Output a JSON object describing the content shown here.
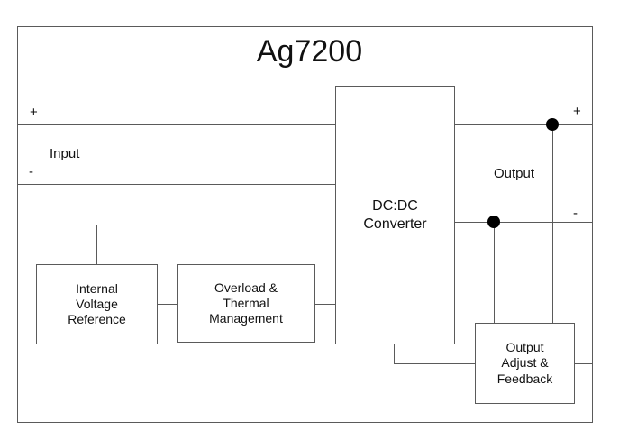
{
  "diagram": {
    "title": "Ag7200",
    "type": "block-diagram",
    "background_color": "#ffffff",
    "line_color": "#5a5a5a",
    "text_color": "#111111",
    "dot_color": "#000000"
  },
  "terminals": {
    "input_plus": "+",
    "input_minus": "-",
    "input_label": "Input",
    "output_plus": "+",
    "output_minus": "-",
    "output_label": "Output"
  },
  "blocks": {
    "dcdc": {
      "label_line1": "DC:DC",
      "label_line2": "Converter"
    },
    "internal_voltage_reference": {
      "label_line1": "Internal",
      "label_line2": "Voltage",
      "label_line3": "Reference"
    },
    "overload_thermal": {
      "label_line1": "Overload &",
      "label_line2": "Thermal",
      "label_line3": "Management"
    },
    "output_adjust_feedback": {
      "label_line1": "Output",
      "label_line2": "Adjust &",
      "label_line3": "Feedback"
    }
  },
  "junctions": {
    "output_plus_node": "junction-dot",
    "output_minus_node": "junction-dot"
  }
}
